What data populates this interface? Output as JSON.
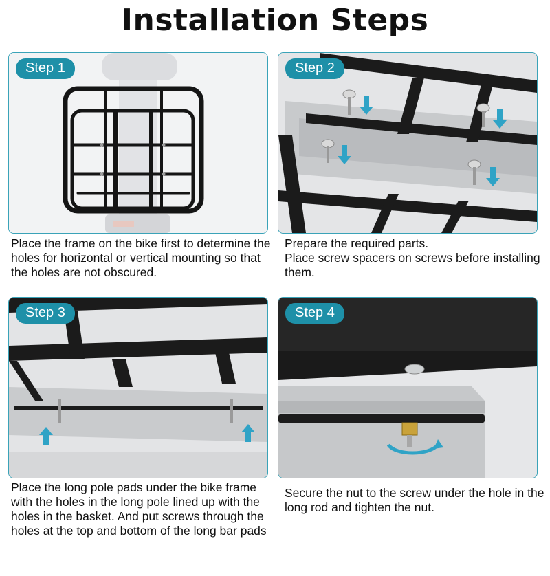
{
  "title": "Installation Steps",
  "steps": [
    {
      "label": "Step 1",
      "text": "Place the frame on the bike first to determine the holes for horizontal or vertical mounting so that the holes are not obscured."
    },
    {
      "label": "Step 2",
      "lines": [
        "Prepare the required parts.",
        "Place screw spacers on screws before installing them."
      ]
    },
    {
      "label": "Step 3",
      "text": "Place the long pole pads under the bike frame with the holes in the long pole lined up with the holes in the basket. And put screws through the holes at the top and bottom of the long bar pads"
    },
    {
      "label": "Step 4",
      "text": "Secure the nut to the screw under the hole in the long rod and tighten the nut."
    }
  ],
  "colors": {
    "badge": "#1e90a8",
    "border": "#3aa3b8",
    "arrow": "#2fa3c6"
  }
}
